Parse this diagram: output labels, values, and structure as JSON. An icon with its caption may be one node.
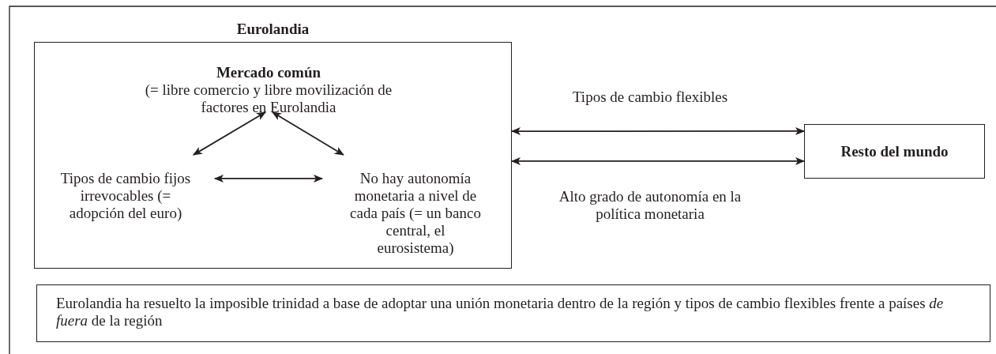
{
  "diagram": {
    "nodes": [
      {
        "text": [
          "Eurolandia"
        ]
      },
      {
        "text": [
          "Mercado común",
          "(= libre comercio y libre movilización de factores en Eurolandia"
        ],
        "in": 0
      },
      {
        "text": [
          "Tipos de cambio fijos irrevocables (= adopción del euro)"
        ],
        "in": 0
      },
      {
        "text": [
          "No hay autonomía monetaria a nivel de cada país (= un banco central, el eurosistema)"
        ],
        "in": 0
      },
      {
        "text": [
          "Resto del mundo"
        ]
      },
      {
        "text": [
          "Eurolandia ha resuelto la imposible trinidad a base de adoptar una unión monetaria dentro de la región y tipos de cambio flexibles frente a países *de fuera* de la región"
        ]
      }
    ],
    "edges": [
      {
        "from": 1,
        "to": 2,
        "arrow": "both"
      },
      {
        "from": 1,
        "to": 3,
        "arrow": "both"
      },
      {
        "from": 2,
        "to": 3,
        "arrow": "both"
      },
      {
        "from": 0,
        "to": 4,
        "arrow": "both",
        "label": "Tipos de cambio flexibles"
      },
      {
        "from": 0,
        "to": 4,
        "arrow": "both",
        "label": "Alto grado de autonomía en la política monetaria"
      }
    ]
  }
}
